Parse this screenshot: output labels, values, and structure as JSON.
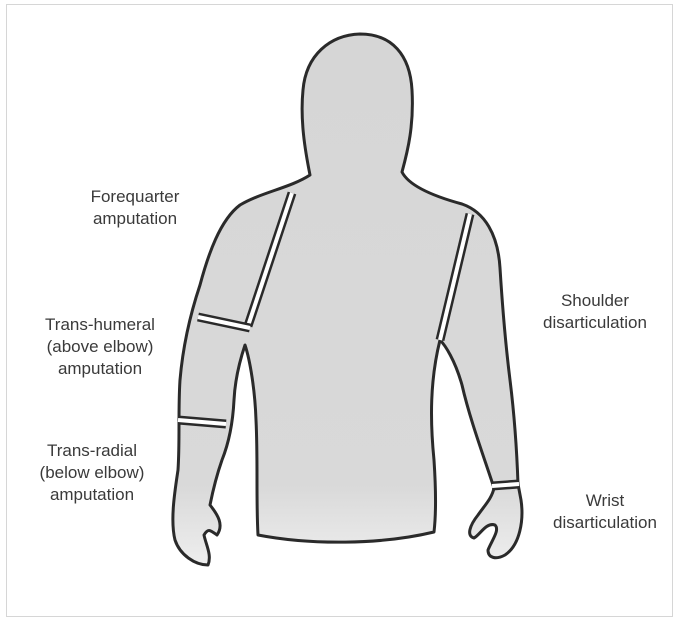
{
  "labels": {
    "forequarter": [
      "Forequarter",
      "amputation"
    ],
    "transhumeral": [
      "Trans-humeral",
      "(above elbow)",
      "amputation"
    ],
    "transradial": [
      "Trans-radial",
      "(below elbow)",
      "amputation"
    ],
    "shoulder": [
      "Shoulder",
      "disarticulation"
    ],
    "wrist": [
      "Wrist",
      "disarticulation"
    ]
  },
  "colors": {
    "outline": "#2a2a2a",
    "fill": "#d9d9d9",
    "text": "#3a3a3a"
  }
}
